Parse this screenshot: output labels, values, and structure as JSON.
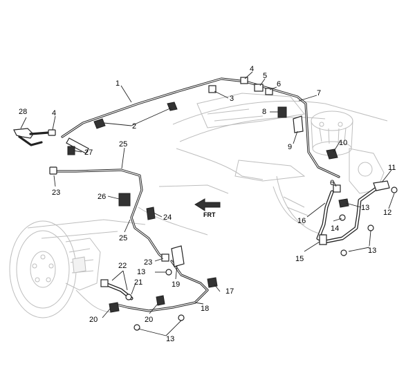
{
  "callouts": [
    {
      "id": "c1",
      "text": "1"
    },
    {
      "id": "c2",
      "text": "2"
    },
    {
      "id": "c3",
      "text": "3"
    },
    {
      "id": "c4a",
      "text": "4"
    },
    {
      "id": "c4b",
      "text": "4"
    },
    {
      "id": "c5",
      "text": "5"
    },
    {
      "id": "c6a",
      "text": "6"
    },
    {
      "id": "c6b",
      "text": "6"
    },
    {
      "id": "c7",
      "text": "7"
    },
    {
      "id": "c8",
      "text": "8"
    },
    {
      "id": "c9",
      "text": "9"
    },
    {
      "id": "c10",
      "text": "10"
    },
    {
      "id": "c11",
      "text": "11"
    },
    {
      "id": "c12",
      "text": "12"
    },
    {
      "id": "c13a",
      "text": "13"
    },
    {
      "id": "c13b",
      "text": "13"
    },
    {
      "id": "c13c",
      "text": "13"
    },
    {
      "id": "c13d",
      "text": "13"
    },
    {
      "id": "c14",
      "text": "14"
    },
    {
      "id": "c15",
      "text": "15"
    },
    {
      "id": "c16",
      "text": "16"
    },
    {
      "id": "c17",
      "text": "17"
    },
    {
      "id": "c18",
      "text": "18"
    },
    {
      "id": "c19",
      "text": "19"
    },
    {
      "id": "c20a",
      "text": "20"
    },
    {
      "id": "c20b",
      "text": "20"
    },
    {
      "id": "c21",
      "text": "21"
    },
    {
      "id": "c22",
      "text": "22"
    },
    {
      "id": "c23a",
      "text": "23"
    },
    {
      "id": "c23b",
      "text": "23"
    },
    {
      "id": "c24",
      "text": "24"
    },
    {
      "id": "c25a",
      "text": "25"
    },
    {
      "id": "c25b",
      "text": "25"
    },
    {
      "id": "c26",
      "text": "26"
    },
    {
      "id": "c27",
      "text": "27"
    },
    {
      "id": "c28",
      "text": "28"
    }
  ],
  "front_arrow_label": "FRT",
  "colors": {
    "line": "#222222",
    "ghost": "#bdbdbd",
    "background": "#ffffff"
  }
}
